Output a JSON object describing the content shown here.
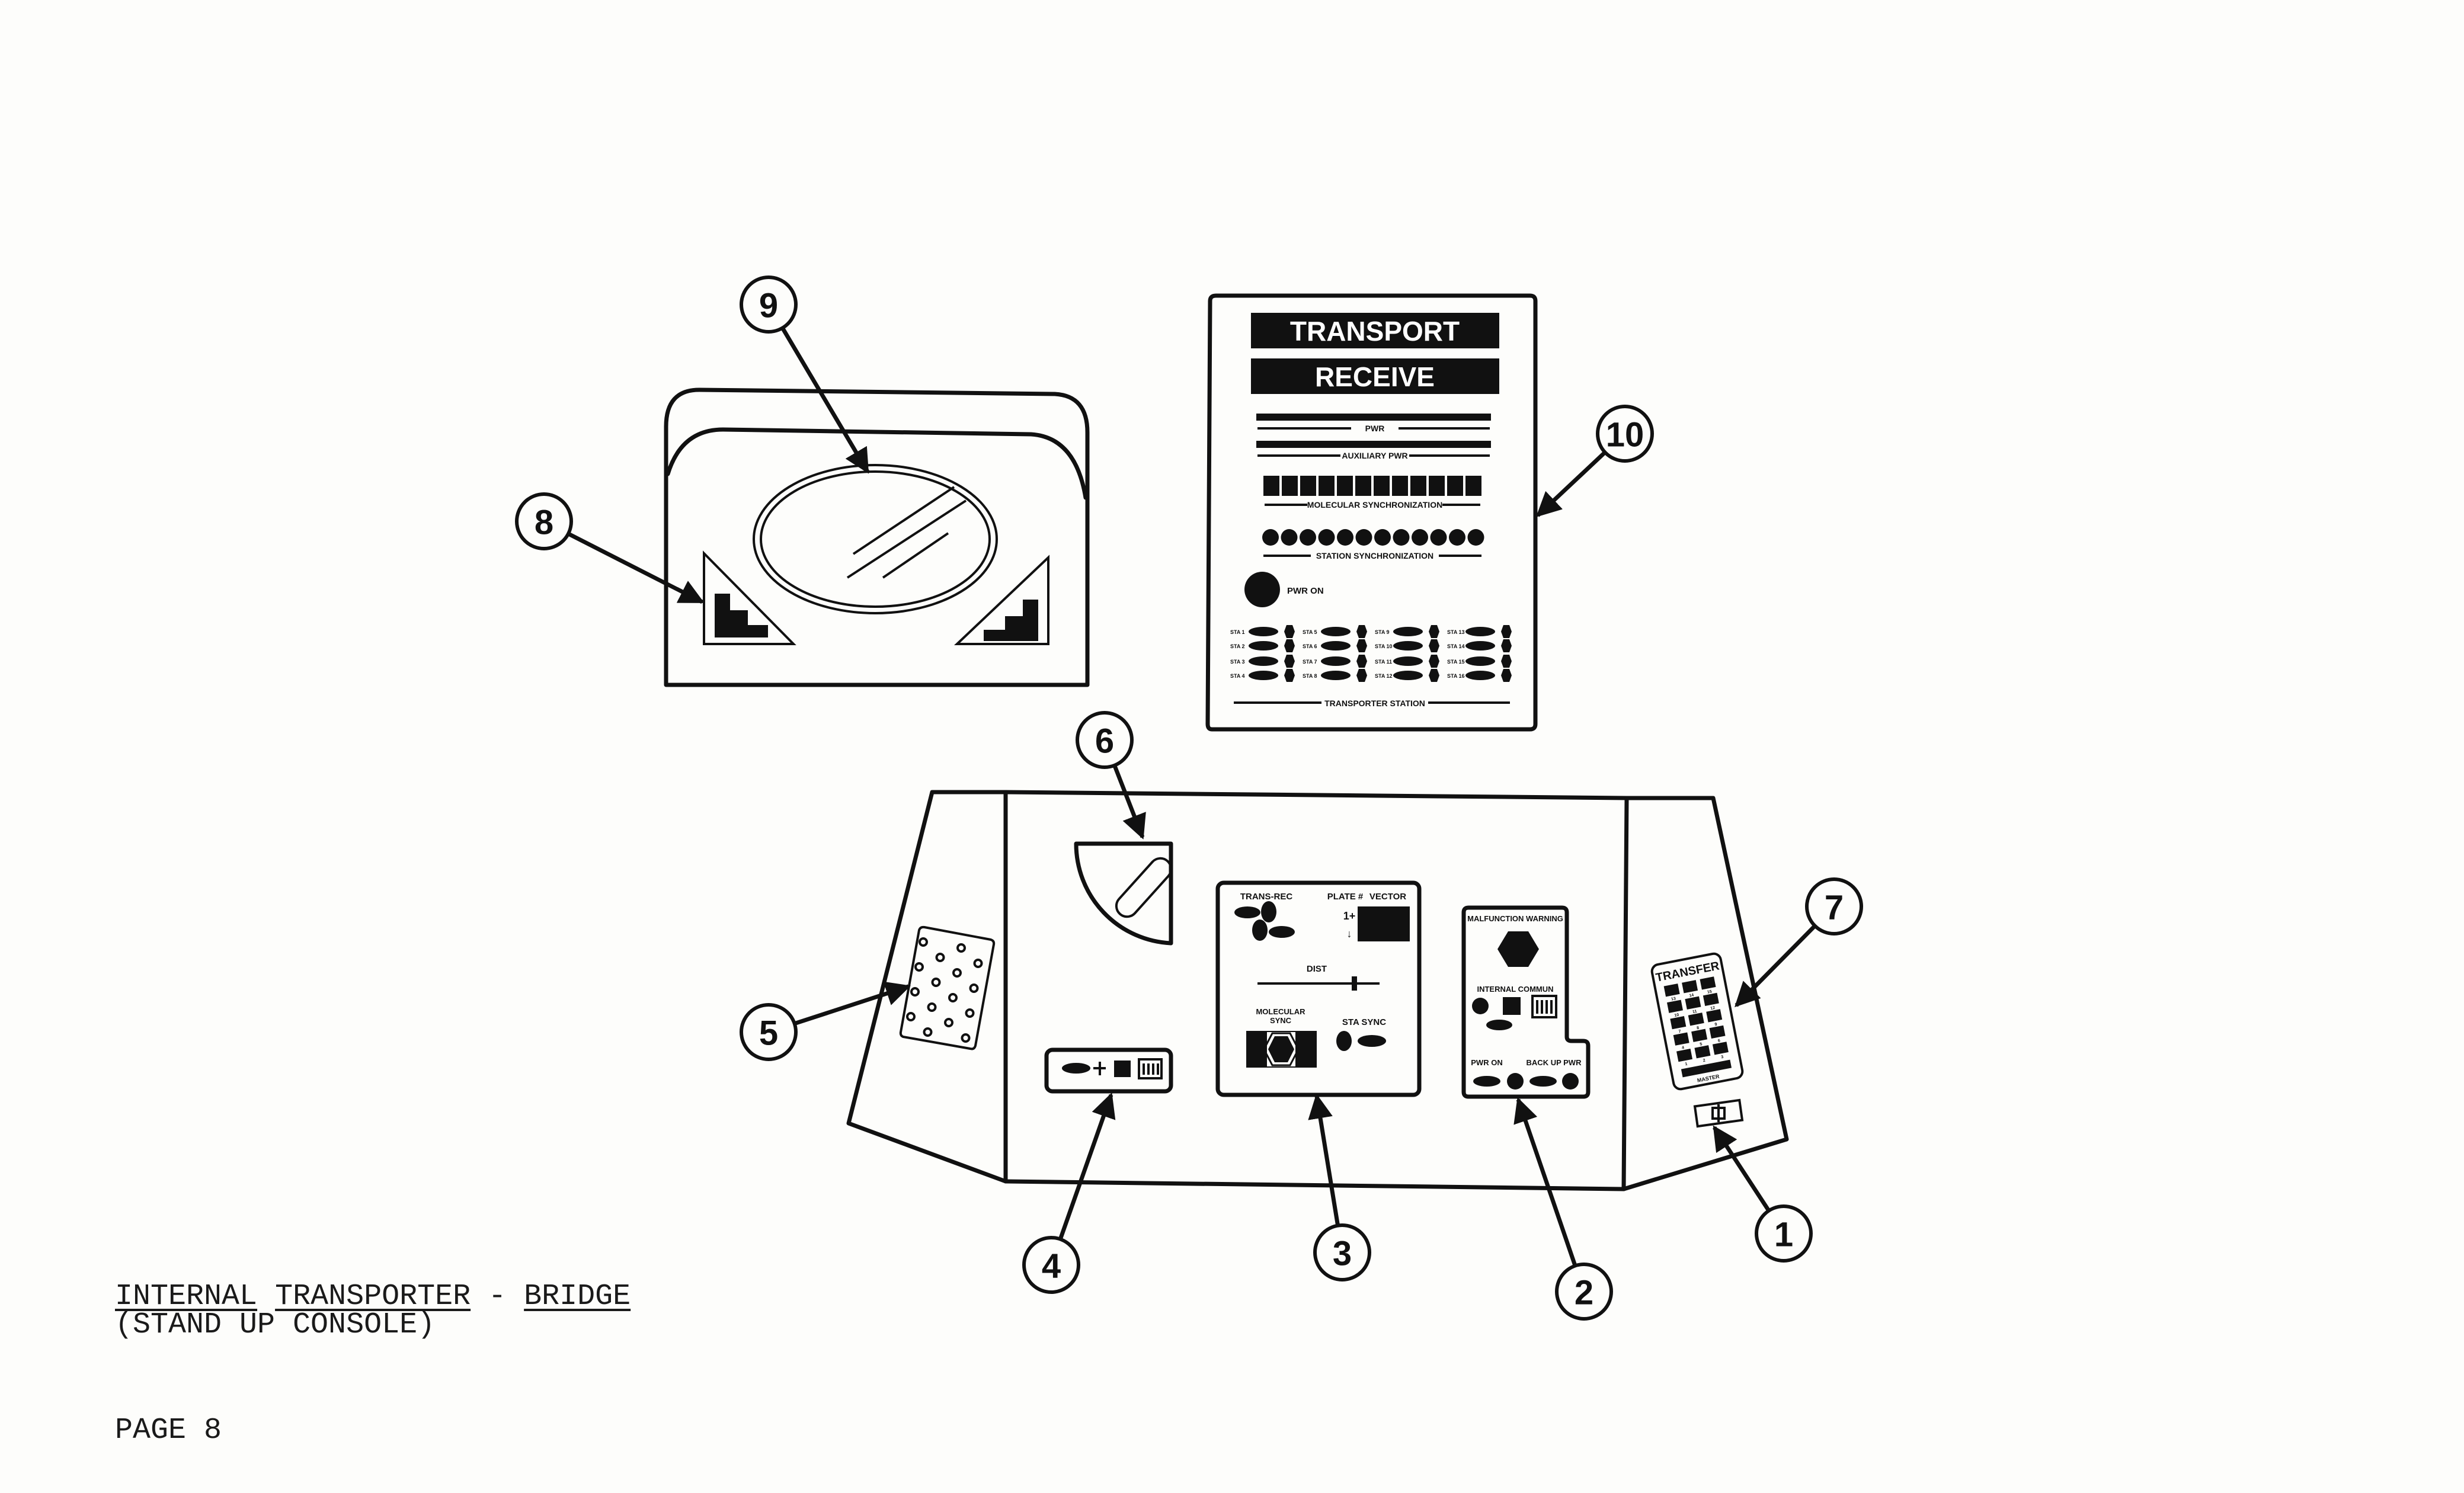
{
  "caption": {
    "title_w1": "INTERNAL",
    "title_w2": "TRANSPORTER",
    "title_sep": " - ",
    "title_w3": "BRIDGE",
    "subtitle": "(STAND UP CONSOLE)",
    "page": "PAGE 8"
  },
  "callouts": {
    "c1": "1",
    "c2": "2",
    "c3": "3",
    "c4": "4",
    "c5": "5",
    "c6": "6",
    "c7": "7",
    "c8": "8",
    "c9": "9",
    "c10": "10"
  },
  "panel10": {
    "transport": "TRANSPORT",
    "receive": "RECEIVE",
    "pwr": "PWR",
    "aux_pwr": "AUXILIARY PWR",
    "molecular_sync": "MOLECULAR SYNCHRONIZATION",
    "station_sync": "STATION SYNCHRONIZATION",
    "pwr_on": "PWR ON",
    "transporter_station": "TRANSPORTER STATION",
    "station_labels": [
      "STA 1",
      "STA 5",
      "STA 9",
      "STA 13",
      "STA 2",
      "STA 6",
      "STA 10",
      "STA 14",
      "STA 3",
      "STA 7",
      "STA 11",
      "STA 15",
      "STA 4",
      "STA 8",
      "STA 12",
      "STA 16"
    ]
  },
  "panel3": {
    "trans_rec": "TRANS-REC",
    "plate": "PLATE #",
    "vector": "VECTOR",
    "vector_marks": [
      "1+",
      "↓"
    ],
    "dist": "DIST",
    "molecular": "MOLECULAR",
    "sync": "SYNC",
    "sta_sync": "STA SYNC"
  },
  "panel2": {
    "malfunction": "MALFUNCTION WARNING",
    "internal_commun": "INTERNAL COMMUN",
    "pwr_on": "PWR ON",
    "backup_pwr": "BACK UP PWR"
  },
  "panel7": {
    "title": "TRANSFER",
    "keys": [
      "13",
      "14",
      "15",
      "10",
      "11",
      "12",
      "7",
      "8",
      "9",
      "4",
      "5",
      "6",
      "1",
      "2",
      "3"
    ],
    "master": "MASTER"
  }
}
